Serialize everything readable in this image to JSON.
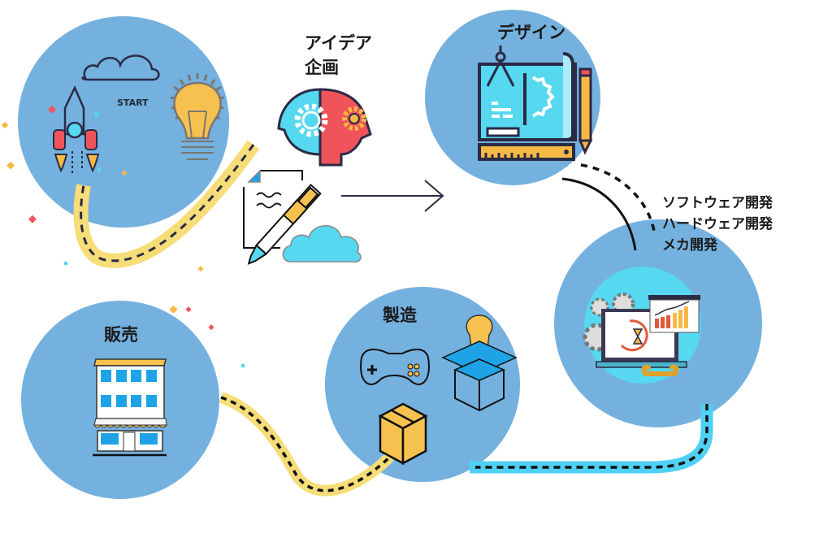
{
  "diagram": {
    "colors": {
      "circle": "#74b1df",
      "path_yellow": "#f6dd78",
      "path_cyan": "#4fd1f5",
      "dash": "#1d1f2e",
      "accent_red": "#f0545a",
      "accent_orange": "#f7b945",
      "accent_cyan": "#55d8f0"
    },
    "stages": [
      {
        "id": "start",
        "label": "START",
        "icons": [
          "cloud-icon",
          "rocket-icon",
          "lightbulb-icon"
        ]
      },
      {
        "id": "idea",
        "label_lines": [
          "アイデア",
          "企画"
        ],
        "icons": [
          "brain-gears-icon",
          "document-pen-icon",
          "cloud-icon"
        ]
      },
      {
        "id": "design",
        "label": "デザイン",
        "icons": [
          "blueprint-icon",
          "pencil-icon",
          "ruler-icon"
        ]
      },
      {
        "id": "development",
        "label_lines": [
          "ソフトウェア開発",
          "ハードウェア開発",
          "メカ開発"
        ],
        "icons": [
          "laptop-gears-icon",
          "chart-board-icon",
          "wrench-icon"
        ]
      },
      {
        "id": "manufacturing",
        "label": "製造",
        "icons": [
          "gamepad-icon",
          "box-lightbulb-icon",
          "package-icon"
        ]
      },
      {
        "id": "sales",
        "label": "販売",
        "icons": [
          "store-building-icon"
        ]
      }
    ],
    "flow": [
      "start",
      "idea",
      "design",
      "development",
      "manufacturing",
      "sales"
    ]
  }
}
